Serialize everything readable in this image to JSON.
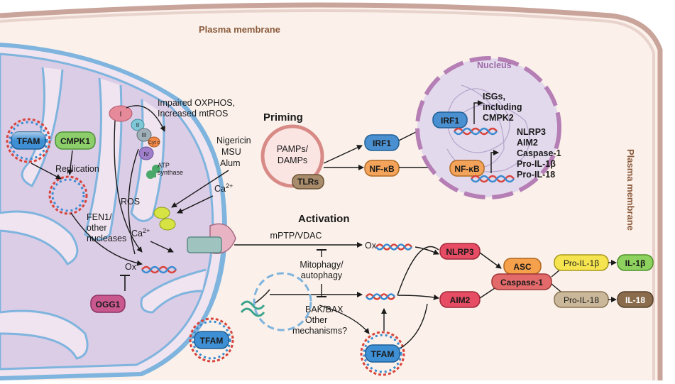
{
  "colors": {
    "cytoplasm": "#fbf1ea",
    "membrane_outer": "#c9a49b",
    "membrane_inner": "#e8d2cc",
    "mito_outer": "#7fb4de",
    "mito_matrix": "#dccde6",
    "mito_ims": "#efe4ef",
    "nucleus_fill": "#e3d9ec",
    "nucleus_dash": "#b57eb5",
    "dna_red": "#d8443c",
    "dna_blue": "#3a8bd1",
    "tfam": "#3f8fd4",
    "cmpk1": "#8ccf6a",
    "ogg1": "#c8588e",
    "irf1": "#4a90d0",
    "nfkb": "#f4a45a",
    "tlr": "#a88b6a",
    "nlrp3": "#e64c63",
    "aim2": "#e64c63",
    "asc": "#f5a04a",
    "caspase": "#e26a6a",
    "pro_il1b": "#f5e44f",
    "il1b": "#8dd15e",
    "pro_il18": "#cbb89a",
    "il18": "#8a6b4c",
    "arrow": "#1a1a1a"
  },
  "labels": {
    "plasma_membrane_top": "Plasma membrane",
    "plasma_membrane_right": "Plasma membrane",
    "nucleus": "Nucleus",
    "priming": "Priming",
    "activation": "Activation",
    "pamps": "PAMPs/",
    "damps": "DAMPs",
    "tlrs": "TLRs",
    "irf1": "IRF1",
    "nfkb": "NF-κB",
    "isgs_1": "ISGs,",
    "isgs_2": "including",
    "isgs_3": "CMPK2",
    "nlrp3_gene": "NLRP3",
    "aim2_gene": "AIM2",
    "caspase1_gene": "Caspase-1",
    "pro_il1b_gene": "Pro-IL-1β",
    "pro_il18_gene": "Pro-IL-18",
    "impaired_1": "Impaired OXPHOS,",
    "impaired_2": "Increased mtROS",
    "complex_i": "I",
    "complex_ii": "II",
    "complex_iii": "III",
    "complex_iv": "IV",
    "cytc": "Cyt c",
    "atp_1": "ATP",
    "atp_2": "synthase",
    "nigericin": "Nigericin",
    "msu": "MSU",
    "alum": "Alum",
    "ca_top": "Ca",
    "ca_top_sup": "2+",
    "ca_mid": "Ca",
    "ca_mid_sup": "2+",
    "tfam": "TFAM",
    "cmpk1": "CMPK1",
    "replication": "Replication",
    "ros": "ROS",
    "fen1_1": "FEN1/",
    "fen1_2": "other",
    "fen1_3": "nucleases",
    "ox_left": "Ox",
    "ox_right": "Ox",
    "ogg1": "OGG1",
    "mptp": "mPTP/VDAC",
    "mitophagy_1": "Mitophagy/",
    "mitophagy_2": "autophagy",
    "bak_1": "BAK/BAX",
    "bak_2": "Other",
    "bak_3": "mechanisms?",
    "nlrp3": "NLRP3",
    "aim2": "AIM2",
    "asc": "ASC",
    "caspase1": "Caspase-1",
    "pro_il1b": "Pro-IL-1β",
    "il1b": "IL-1β",
    "pro_il18": "Pro-IL-18",
    "il18": "IL-18"
  }
}
